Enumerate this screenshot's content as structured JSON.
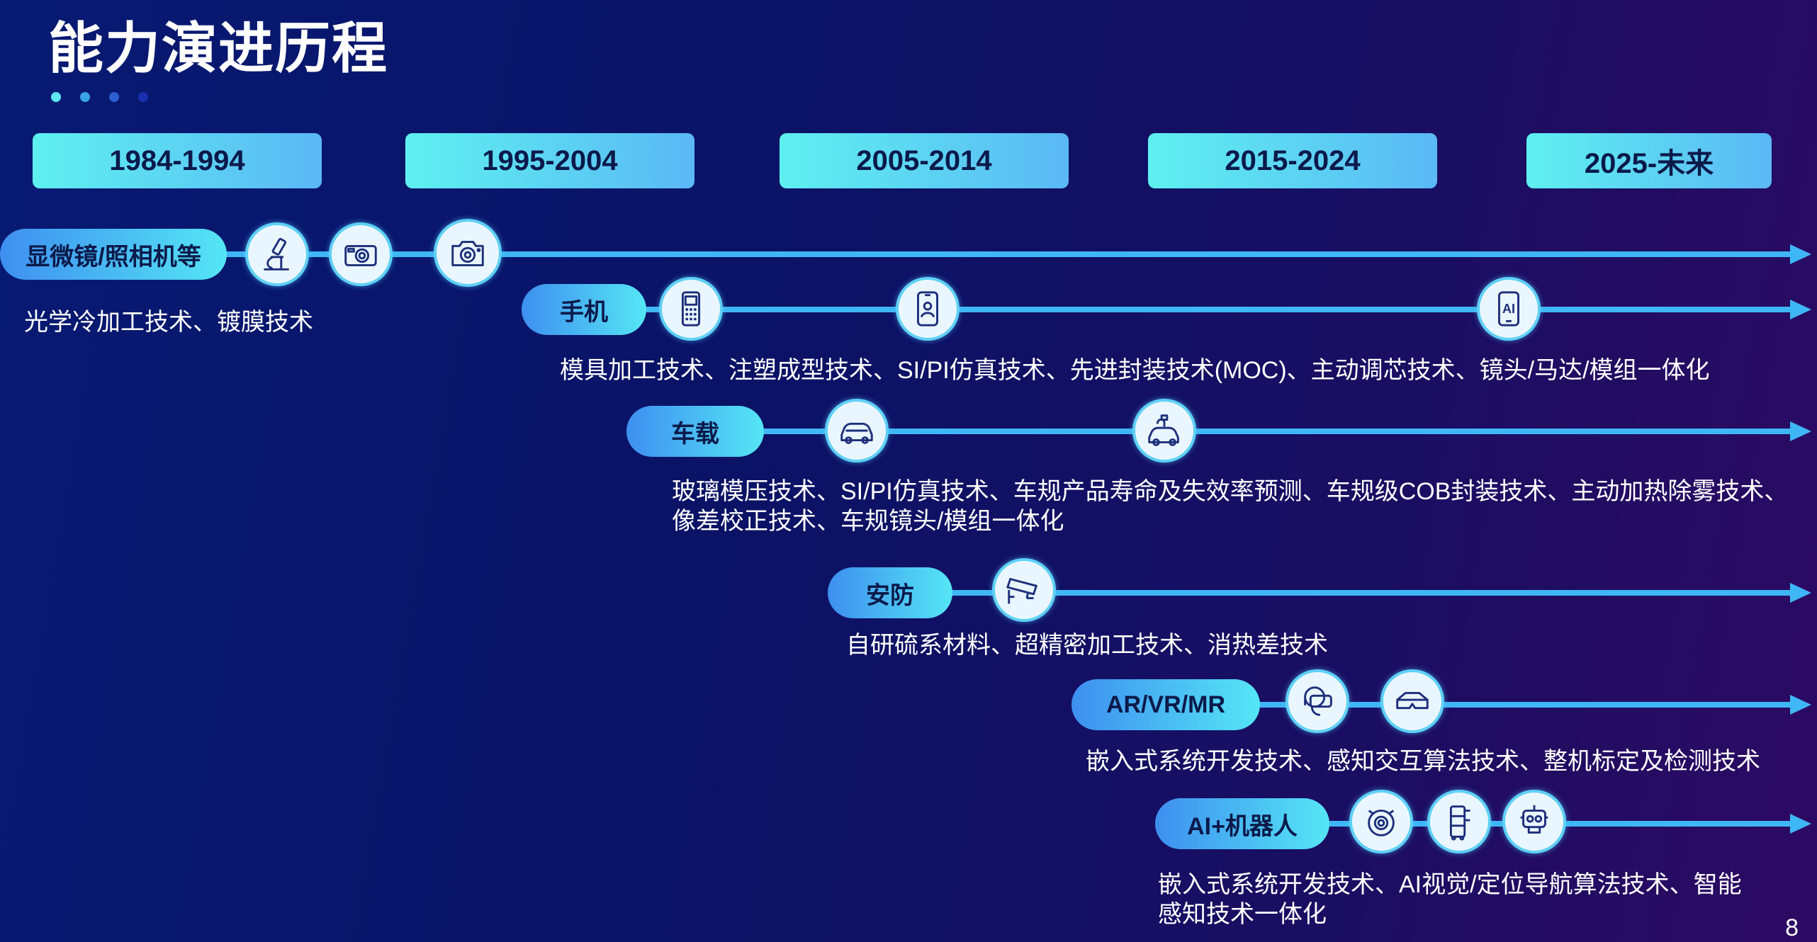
{
  "title": "能力演进历程",
  "periods": [
    "1984-1994",
    "1995-2004",
    "2005-2014",
    "2015-2024",
    "2025-未来"
  ],
  "tracks": [
    {
      "label": "显微镜/照相机等",
      "desc": [
        "光学冷加工技术、镀膜技术"
      ],
      "icons": [
        "microscope-icon",
        "camera-icon",
        "digital-camera-icon"
      ]
    },
    {
      "label": "手机",
      "desc": [
        "模具加工技术、注塑成型技术、SI/PI仿真技术、先进封装技术(MOC)、主动调芯技术、镜头/马达/模组一体化"
      ],
      "icons": [
        "feature-phone-icon",
        "smartphone-camera-icon",
        "ai-phone-icon"
      ]
    },
    {
      "label": "车载",
      "desc": [
        "玻璃模压技术、SI/PI仿真技术、车规产品寿命及失效率预测、车规级COB封装技术、主动加热除雾技术、",
        "像差校正技术、车规镜头/模组一体化"
      ],
      "icons": [
        "car-icon",
        "electric-car-icon"
      ]
    },
    {
      "label": "安防",
      "desc": [
        "自研硫系材料、超精密加工技术、消热差技术"
      ],
      "icons": [
        "security-camera-icon"
      ]
    },
    {
      "label": "AR/VR/MR",
      "desc": [
        "嵌入式系统开发技术、感知交互算法技术、整机标定及检测技术"
      ],
      "icons": [
        "vr-headset-icon",
        "ar-glasses-icon"
      ]
    },
    {
      "label": "AI+机器人",
      "desc": [
        "嵌入式系统开发技术、AI视觉/定位导航算法技术、智能",
        "感知技术一体化"
      ],
      "icons": [
        "robot-vacuum-icon",
        "service-robot-icon",
        "robot-head-icon"
      ]
    }
  ],
  "ai_badge": "AI",
  "page_number": "8",
  "colors": {
    "accent": "#3fb6f5",
    "pill_start": "#3e8ff0",
    "pill_end": "#55e6f5",
    "node_fill": "#eaf6ff",
    "icon_stroke": "#1d2f7a"
  }
}
